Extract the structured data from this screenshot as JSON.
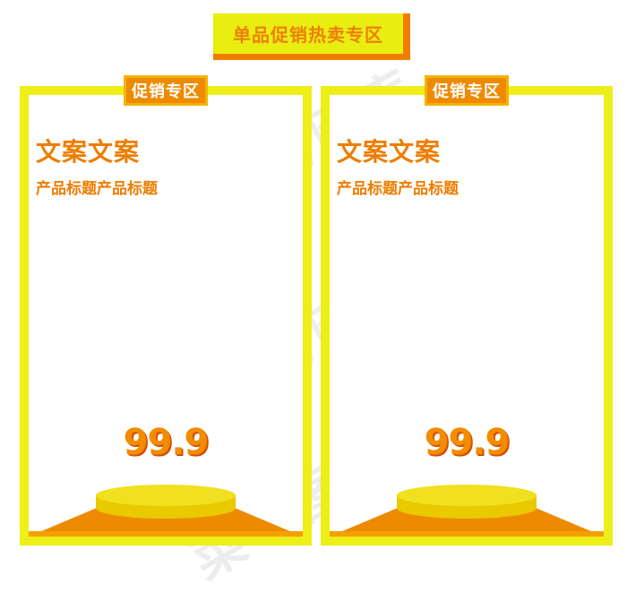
{
  "header": {
    "title": "单品促销热卖专区"
  },
  "cards": [
    {
      "tag": "促销专区",
      "headline": "文案文案",
      "subtitle": "产品标题产品标题",
      "price": "99.9"
    },
    {
      "tag": "促销专区",
      "headline": "文案文案",
      "subtitle": "产品标题产品标题",
      "price": "99.9"
    }
  ],
  "watermark": {
    "text": "菜鸟图库"
  },
  "colors": {
    "banner_yellow": "#e8ee10",
    "banner_orange": "#f07d00",
    "frame_yellow": "#eeee18",
    "accent_orange": "#ee7d00",
    "podium_yellow": "#f0e020"
  }
}
